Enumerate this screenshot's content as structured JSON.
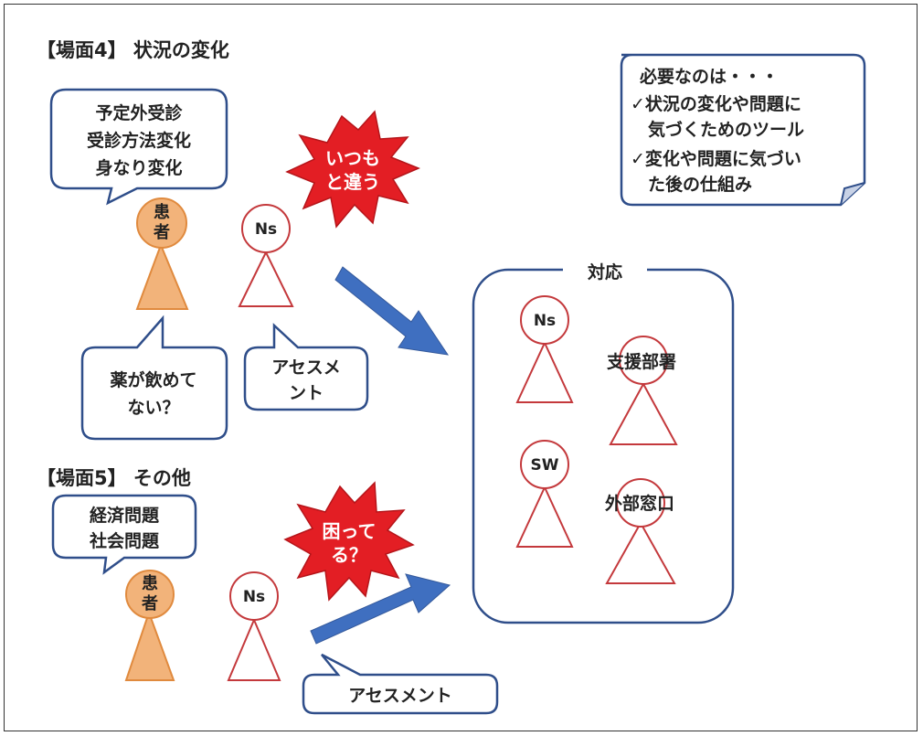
{
  "scene4": {
    "title": "【場面4】 状況の変化",
    "patient_bubble": [
      "予定外受診",
      "受診方法変化",
      "身なり変化"
    ],
    "patient_label": [
      "患",
      "者"
    ],
    "nurse_label": "Ns",
    "burst": [
      "いつも",
      "と違う"
    ],
    "question_bubble": [
      "薬が飲めて",
      "ない？"
    ],
    "assessment_bubble": [
      "アセスメ",
      "ント"
    ]
  },
  "note": {
    "heading": "必要なのは・・・",
    "items": [
      [
        "✓状況の変化や問題に",
        "　気づくためのツール"
      ],
      [
        "✓変化や問題に気づい",
        "　た後の仕組み"
      ]
    ]
  },
  "response": {
    "title": "対応",
    "nurse_label": "Ns",
    "support_label": "支援部署",
    "sw_label": "SW",
    "external_label": "外部窓口"
  },
  "scene5": {
    "title": "【場面5】 その他",
    "patient_bubble": [
      "経済問題",
      "社会問題"
    ],
    "patient_label": [
      "患",
      "者"
    ],
    "nurse_label": "Ns",
    "burst": [
      "困って",
      "る？"
    ],
    "assessment_bubble": "アセスメント"
  },
  "colors": {
    "bubble_border": "#2f4e8a",
    "nurse_red": "#c4393c",
    "patient_orange": "#f2b37a",
    "burst_red": "#e31e24",
    "arrow_blue": "#3f6fc0"
  }
}
